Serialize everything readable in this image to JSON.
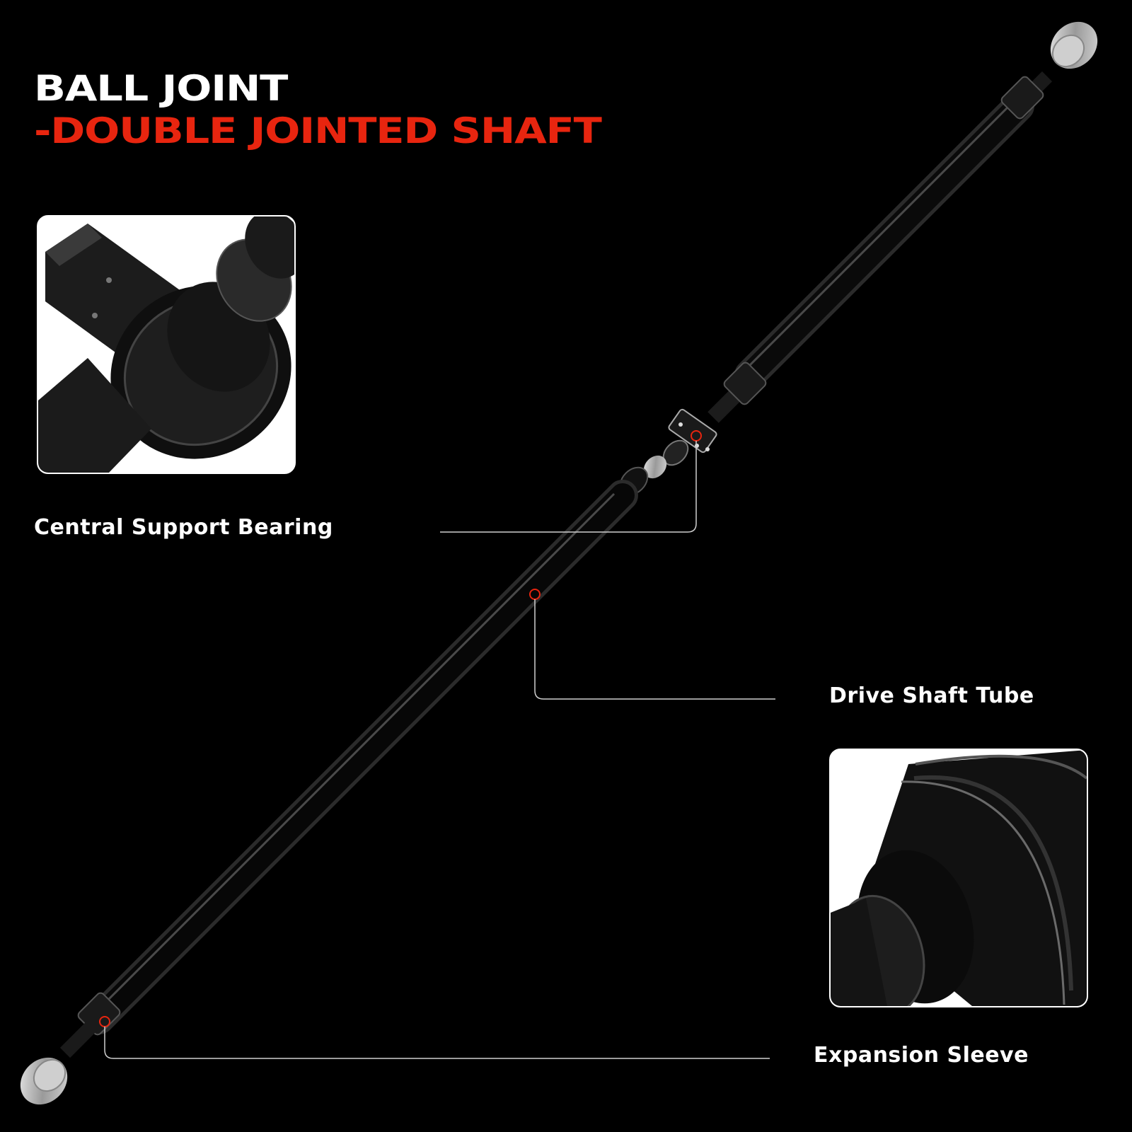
{
  "heading": {
    "line1": "BALL JOINT",
    "line2": "-DOUBLE JOINTED SHAFT"
  },
  "callouts": {
    "central_support_bearing": "Central Support Bearing",
    "drive_shaft_tube": "Drive Shaft Tube",
    "expansion_sleeve": "Expansion Sleeve"
  },
  "colors": {
    "background": "#000000",
    "accent": "#e8250f",
    "text": "#ffffff",
    "leader_line": "#cfcfcf"
  }
}
